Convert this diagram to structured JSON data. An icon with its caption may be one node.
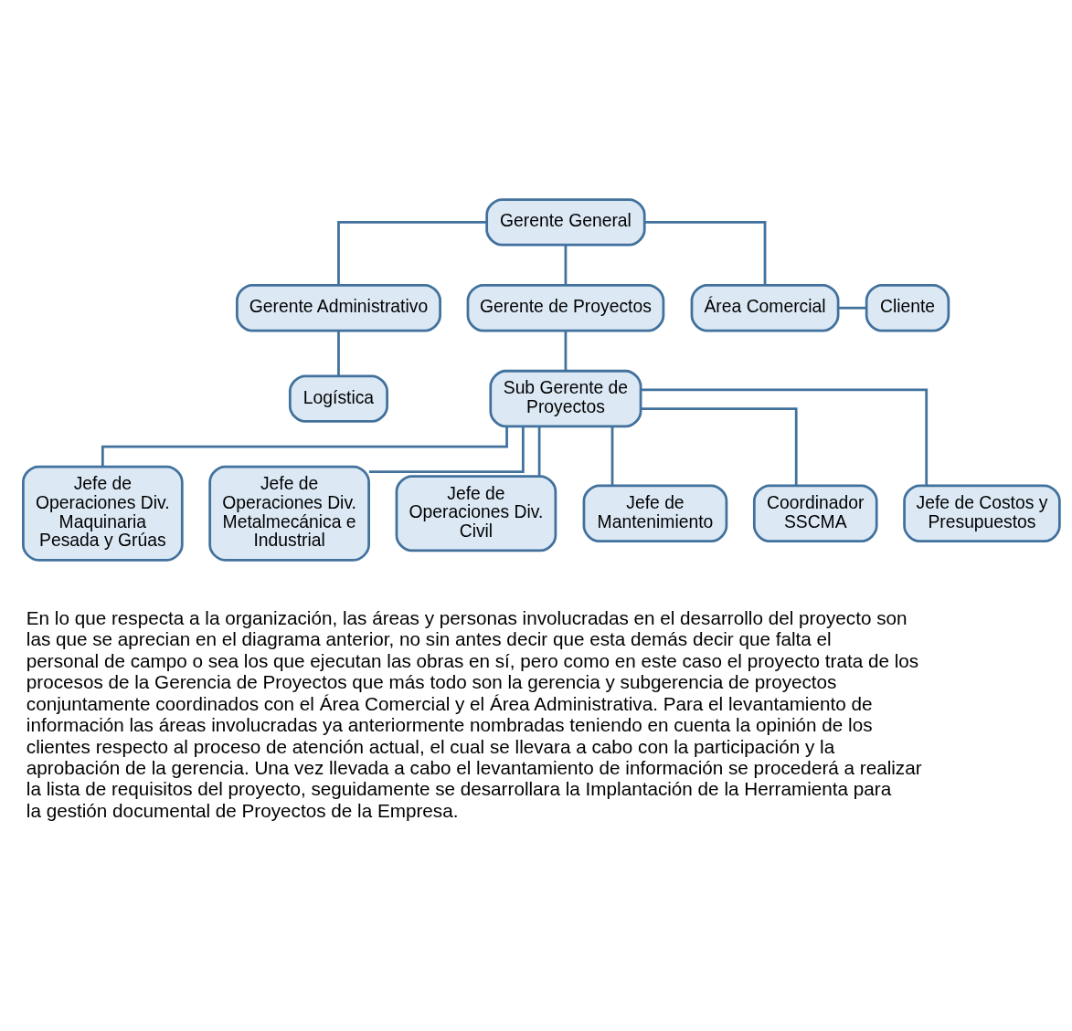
{
  "diagram": {
    "nodes": [
      {
        "text": [
          "Gerente General"
        ]
      },
      {
        "text": [
          "Gerente Administrativo"
        ]
      },
      {
        "text": [
          "Gerente de Proyectos"
        ]
      },
      {
        "text": [
          "Área Comercial"
        ]
      },
      {
        "text": [
          "Cliente"
        ]
      },
      {
        "text": [
          "Logística"
        ]
      },
      {
        "text": [
          "Sub Gerente de Proyectos"
        ]
      },
      {
        "text": [
          "Jefe de Operaciones Div. Maquinaria Pesada y Grúas"
        ]
      },
      {
        "text": [
          "Jefe de Operaciones Div. Metalmecánica e Industrial"
        ]
      },
      {
        "text": [
          "Jefe de Operaciones Div. Civil"
        ]
      },
      {
        "text": [
          "Jefe de Mantenimiento"
        ]
      },
      {
        "text": [
          "Coordinador SSCMA"
        ]
      },
      {
        "text": [
          "Jefe de Costos y Presupuestos"
        ]
      }
    ],
    "edges": [
      {
        "from": 0,
        "to": 1,
        "arrow": "none"
      },
      {
        "from": 0,
        "to": 2,
        "arrow": "none"
      },
      {
        "from": 0,
        "to": 3,
        "arrow": "none"
      },
      {
        "from": 3,
        "to": 4,
        "arrow": "none"
      },
      {
        "from": 1,
        "to": 5,
        "arrow": "none"
      },
      {
        "from": 2,
        "to": 6,
        "arrow": "none"
      },
      {
        "from": 6,
        "to": 7,
        "arrow": "none"
      },
      {
        "from": 6,
        "to": 8,
        "arrow": "none"
      },
      {
        "from": 6,
        "to": 9,
        "arrow": "none"
      },
      {
        "from": 6,
        "to": 10,
        "arrow": "none"
      },
      {
        "from": 6,
        "to": 11,
        "arrow": "none"
      },
      {
        "from": 6,
        "to": 12,
        "arrow": "none"
      }
    ],
    "labels": [
      "En lo que respecta a la organización, las áreas y personas involucradas en el desarrollo del proyecto son las que se aprecian en el diagrama anterior, no sin antes decir que esta demás decir que falta el personal de campo o sea los que ejecutan las obras en sí, pero como en este caso el proyecto trata de los procesos de la Gerencia de Proyectos que más todo son la gerencia y subgerencia de proyectos conjuntamente coordinados con el Área Comercial y el Área Administrativa. Para el levantamiento de información las áreas involucradas ya anteriormente nombradas teniendo en cuenta la opinión de los clientes respecto al proceso de atención actual, el cual se llevara a cabo con la participación y la aprobación de la gerencia. Una vez llevada a cabo el levantamiento de información se procederá a realizar la lista de requisitos del proyecto, seguidamente se desarrollara la Implantación de la Herramienta para la gestión documental de Proyectos de la Empresa."
    ]
  }
}
